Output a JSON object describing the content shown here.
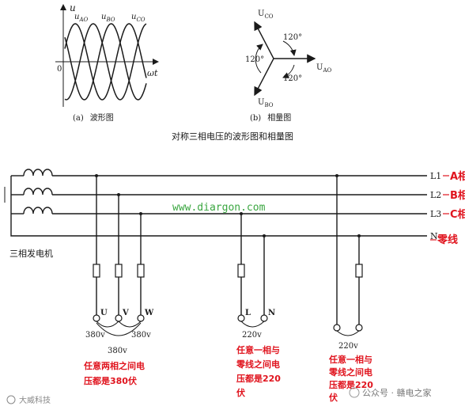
{
  "waveform": {
    "y_axis": "u",
    "x_axis": "ωt",
    "origin": "0",
    "label_a": "u",
    "label_a_sub": "AO",
    "label_b": "u",
    "label_b_sub": "BO",
    "label_c": "u",
    "label_c_sub": "CO",
    "caption_tag": "(a)",
    "caption": "波形图"
  },
  "phasor": {
    "vec_a": "U",
    "vec_a_sub": "AO",
    "vec_b": "U",
    "vec_b_sub": "BO",
    "vec_c": "U",
    "vec_c_sub": "CO",
    "angle1": "120°",
    "angle2": "120°",
    "angle3": "120°",
    "caption_tag": "(b)",
    "caption": "相量图"
  },
  "figure_title": "对称三相电压的波形图和相量图",
  "circuit": {
    "generator": "三相发电机",
    "lines": [
      {
        "id": "L1",
        "name": "A相"
      },
      {
        "id": "L2",
        "name": "B相"
      },
      {
        "id": "L3",
        "name": "C相"
      },
      {
        "id": "N",
        "name": "零线"
      }
    ],
    "watermark": "www.diargon.com",
    "terminals_uvw": [
      "U",
      "V",
      "W"
    ],
    "voltage_uv": "380v",
    "voltage_vw": "380v",
    "voltage_uw": "380v",
    "terminals_ln": [
      "L",
      "N"
    ],
    "voltage_ln": "220v",
    "voltage_right": "220v",
    "note1": [
      "任意两相之间电",
      "压都是380伏"
    ],
    "note2": [
      "任意一相与",
      "零线之间电",
      "压都是220",
      "伏"
    ],
    "note3": [
      "任意一相与",
      "零线之间电",
      "压都是220",
      "伏"
    ]
  },
  "footer": {
    "left": "大威科技",
    "right": "公众号 · 赣电之家"
  }
}
